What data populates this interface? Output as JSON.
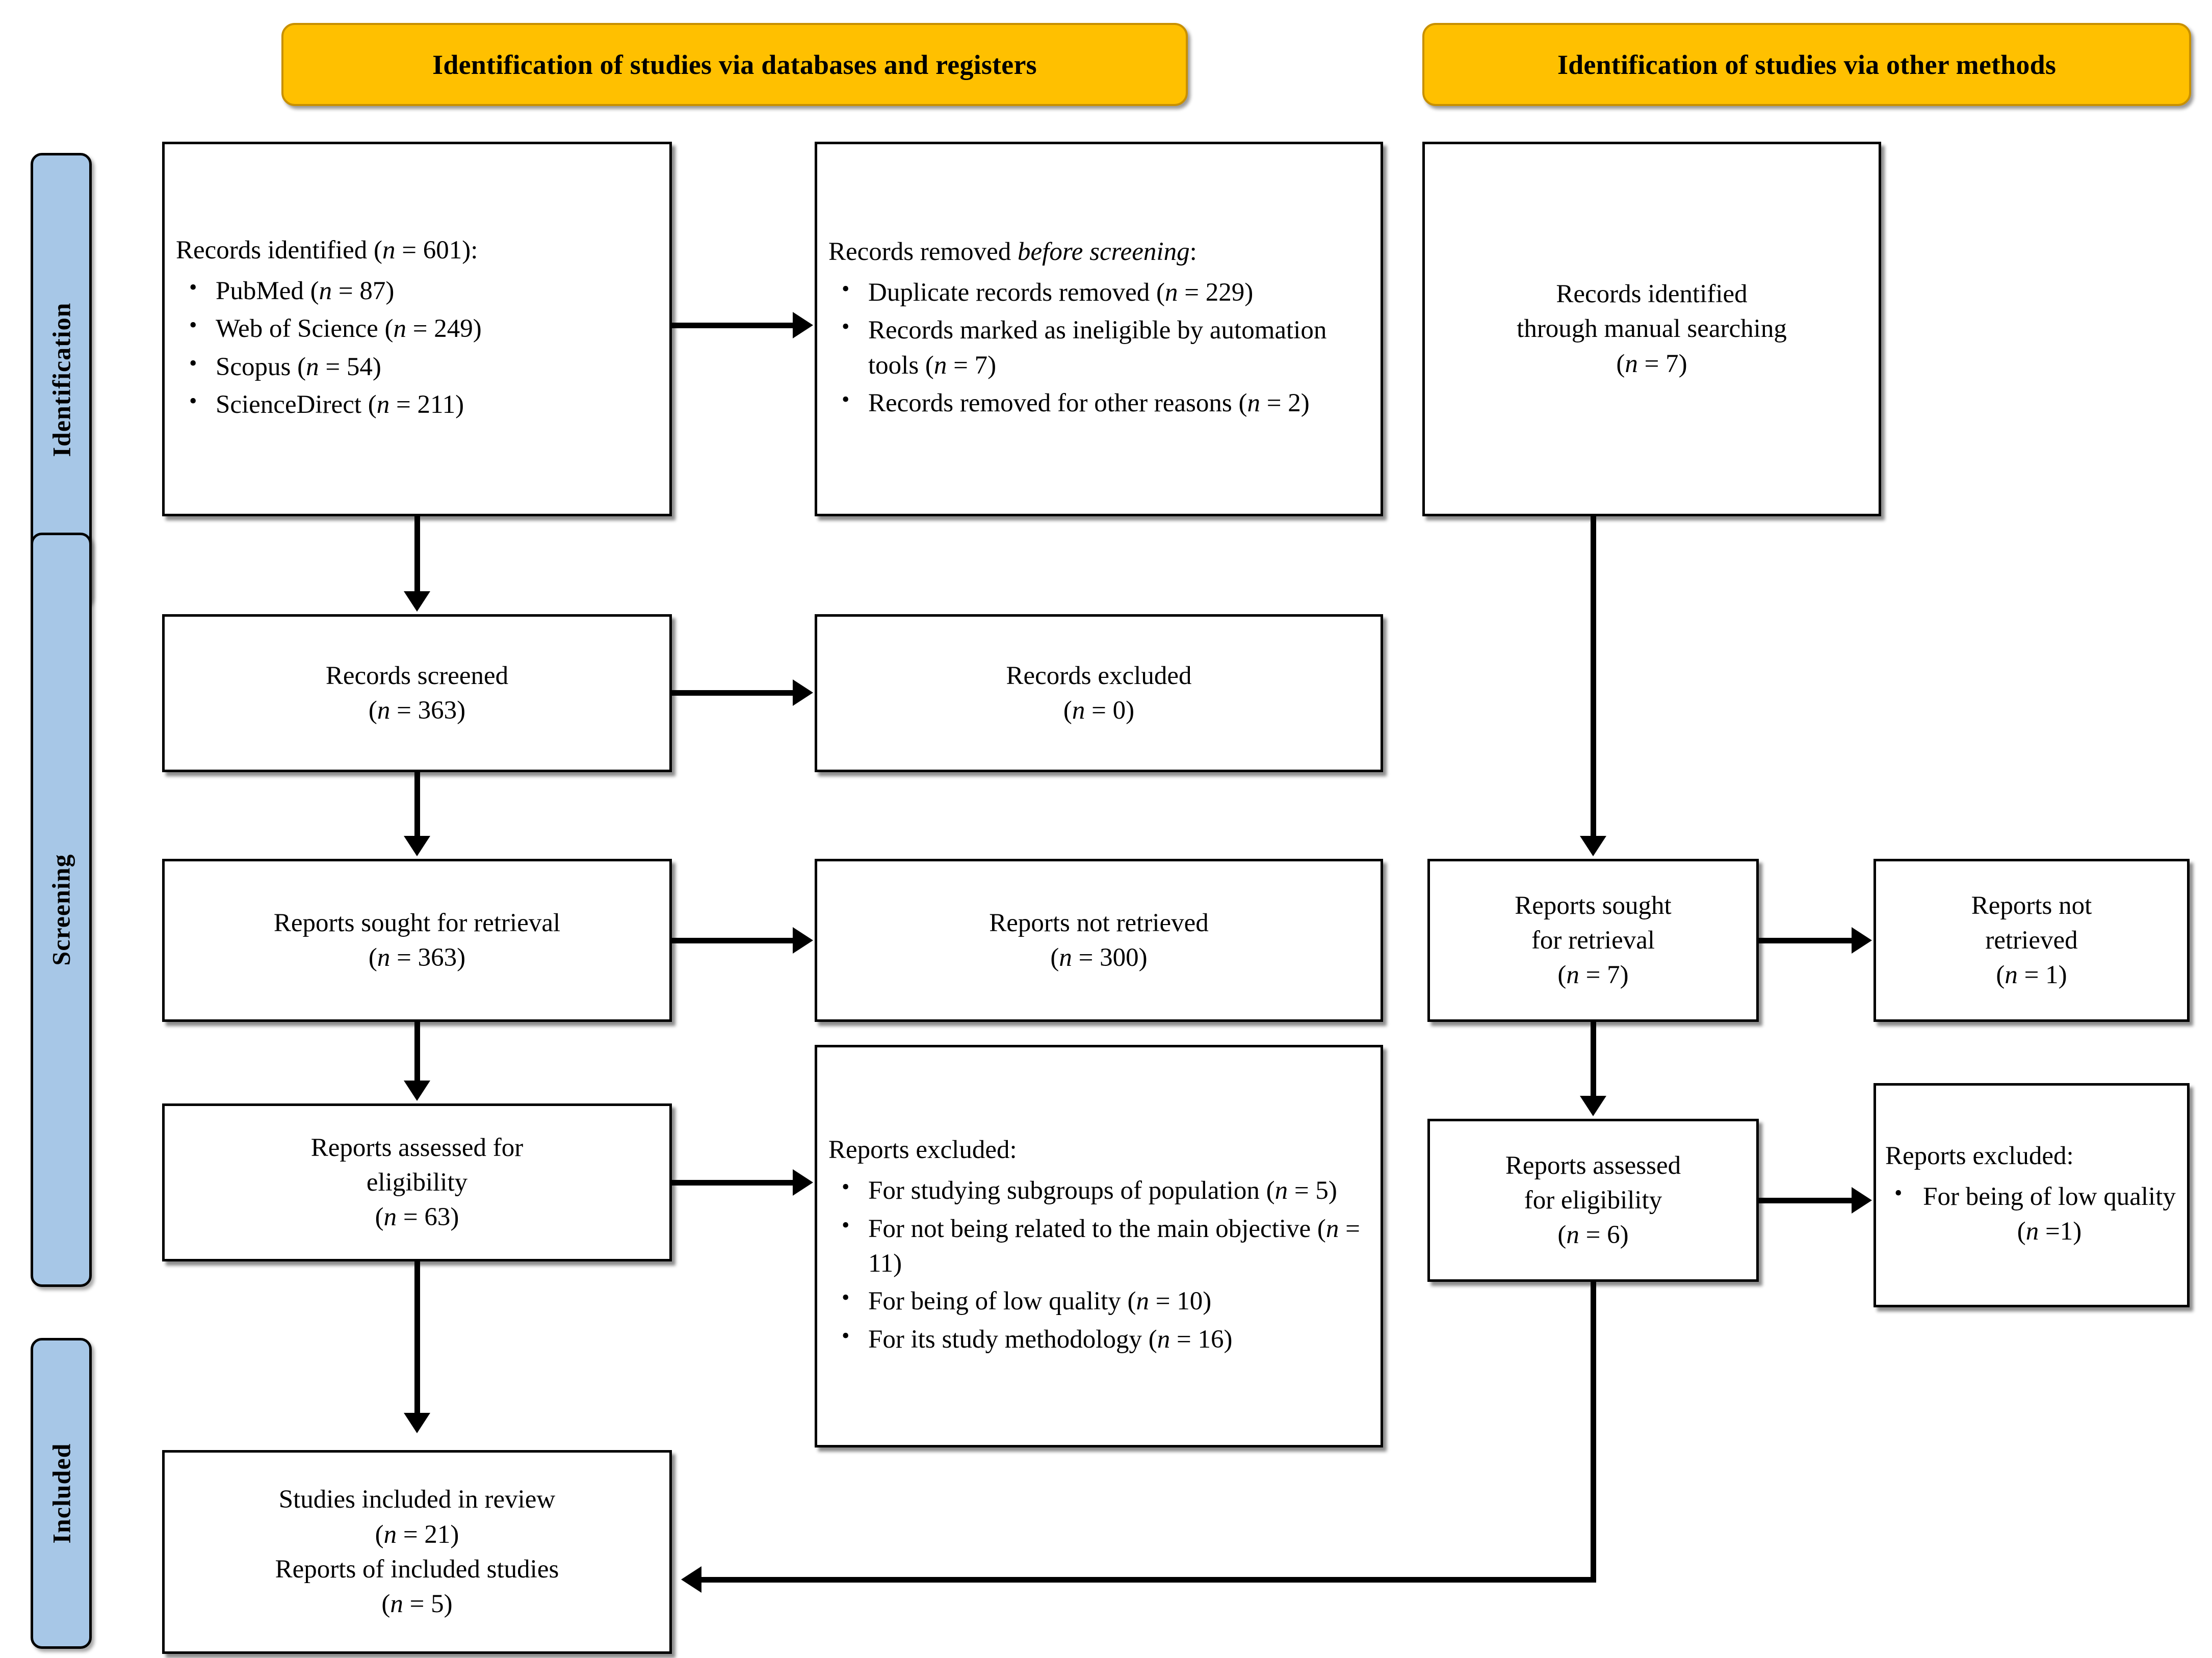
{
  "banners": {
    "databases": "Identification of studies via databases and registers",
    "other_methods": "Identification of studies via other methods"
  },
  "stages": {
    "identification": "Identification",
    "screening": "Screening",
    "included": "Included"
  },
  "colors": {
    "banner_fill": "#FFC000",
    "banner_border": "#C89000",
    "stage_fill": "#A7C7E7",
    "box_border": "#000000",
    "background": "#FFFFFF"
  },
  "boxes": {
    "records_identified": {
      "lead": "Records identified (n = 601):",
      "items": [
        "PubMed (n = 87)",
        "Web of Science (n = 249)",
        "Scopus (n = 54)",
        "ScienceDirect (n = 211)"
      ]
    },
    "records_removed": {
      "lead_plain": "Records removed ",
      "lead_italic": "before screening",
      "lead_tail": ":",
      "items": [
        "Duplicate records removed (n = 229)",
        "Records marked as ineligible by automation tools (n = 7)",
        "Records removed for other reasons (n = 2)"
      ]
    },
    "manual_records": {
      "line1": "Records identified",
      "line2": "through manual searching",
      "line3": "(n = 7)"
    },
    "records_screened": {
      "line1": "Records screened",
      "line2": "(n = 363)"
    },
    "records_excluded": {
      "line1": "Records excluded",
      "line2": "(n = 0)"
    },
    "reports_sought_db": {
      "line1": "Reports sought for retrieval",
      "line2": "(n = 363)"
    },
    "reports_not_retrieved_db": {
      "line1": "Reports not retrieved",
      "line2": "(n = 300)"
    },
    "reports_sought_other": {
      "line1": "Reports sought",
      "line2": "for retrieval",
      "line3": "(n = 7)"
    },
    "reports_not_retrieved_other": {
      "line1": "Reports not",
      "line2": "retrieved",
      "line3": "(n = 1)"
    },
    "reports_assessed_db": {
      "line1": "Reports assessed for",
      "line2": "eligibility",
      "line3": "(n = 63)"
    },
    "reports_excluded_db": {
      "lead": "Reports excluded:",
      "items": [
        "For studying subgroups of population (n = 5)",
        "For not being related to the main objective (n = 11)",
        "For being of low quality (n = 10)",
        "For its study methodology (n = 16)"
      ]
    },
    "reports_assessed_other": {
      "line1": "Reports assessed",
      "line2": "for eligibility",
      "line3": "(n = 6)"
    },
    "reports_excluded_other": {
      "lead": "Reports excluded:",
      "items": [
        "For being of low quality (n =1)"
      ]
    },
    "studies_included": {
      "line1": "Studies included in review",
      "line2": "(n = 21)",
      "line3": "Reports of included studies",
      "line4": "(n = 5)"
    }
  }
}
